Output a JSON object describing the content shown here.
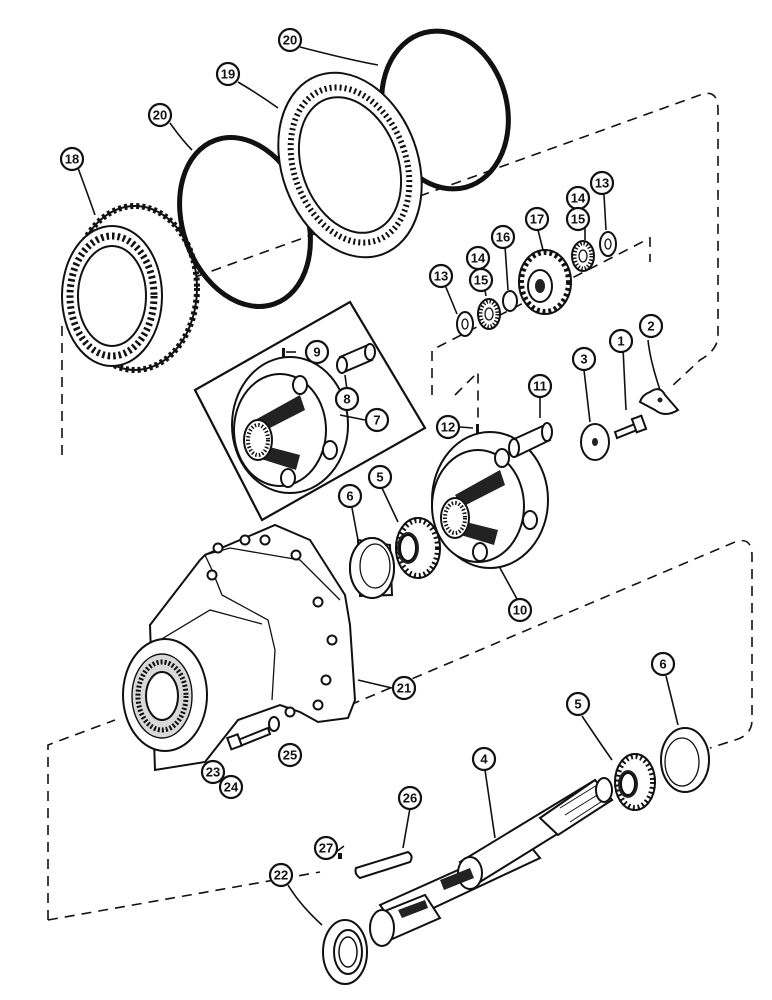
{
  "callouts": [
    {
      "id": "c20a",
      "label": "20"
    },
    {
      "id": "c19",
      "label": "19"
    },
    {
      "id": "c20b",
      "label": "20"
    },
    {
      "id": "c18",
      "label": "18"
    },
    {
      "id": "c13a",
      "label": "13"
    },
    {
      "id": "c14a",
      "label": "14"
    },
    {
      "id": "c15a",
      "label": "15"
    },
    {
      "id": "c16",
      "label": "16"
    },
    {
      "id": "c17",
      "label": "17"
    },
    {
      "id": "c14b",
      "label": "14"
    },
    {
      "id": "c15b",
      "label": "15"
    },
    {
      "id": "c13b",
      "label": "13"
    },
    {
      "id": "c2",
      "label": "2"
    },
    {
      "id": "c1",
      "label": "1"
    },
    {
      "id": "c3",
      "label": "3"
    },
    {
      "id": "c11",
      "label": "11"
    },
    {
      "id": "c12",
      "label": "12"
    },
    {
      "id": "c9",
      "label": "9"
    },
    {
      "id": "c8",
      "label": "8"
    },
    {
      "id": "c7",
      "label": "7"
    },
    {
      "id": "c6a",
      "label": "6"
    },
    {
      "id": "c5a",
      "label": "5"
    },
    {
      "id": "c10",
      "label": "10"
    },
    {
      "id": "c21",
      "label": "21"
    },
    {
      "id": "c23",
      "label": "23"
    },
    {
      "id": "c24",
      "label": "24"
    },
    {
      "id": "c25",
      "label": "25"
    },
    {
      "id": "c4",
      "label": "4"
    },
    {
      "id": "c5b",
      "label": "5"
    },
    {
      "id": "c6b",
      "label": "6"
    },
    {
      "id": "c26",
      "label": "26"
    },
    {
      "id": "c27",
      "label": "27"
    },
    {
      "id": "c22",
      "label": "22"
    }
  ]
}
